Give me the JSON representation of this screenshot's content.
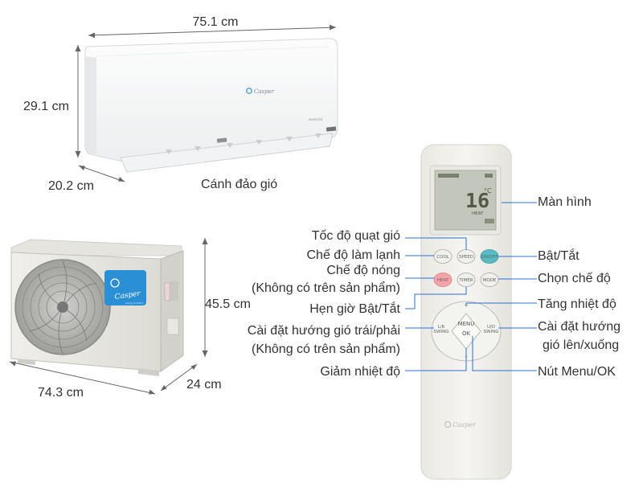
{
  "dimensions": {
    "indoor_width": "75.1 cm",
    "indoor_height": "29.1 cm",
    "indoor_depth": "20.2 cm",
    "outdoor_height": "45.5 cm",
    "outdoor_width": "74.3 cm",
    "outdoor_depth": "24 cm"
  },
  "indoor_unit": {
    "brand": "Casper",
    "badge": "INVERTER",
    "label_louver": "Cánh đảo gió"
  },
  "outdoor_unit": {
    "brand": "Casper",
    "badge_line": "Living Comfort"
  },
  "remote": {
    "brand": "Casper",
    "display": {
      "temperature": "16",
      "unit": "°C",
      "mode": "HEAT"
    },
    "buttons": {
      "cool": "COOL",
      "speed": "SPEED",
      "onoff": "ON/OFF",
      "heat": "HEAT",
      "timer": "TIMER",
      "mode": "MODE",
      "lr": "L/R",
      "lr_sub": "SWING",
      "ud": "U/D",
      "ud_sub": "SWING",
      "menu": "MENU",
      "ok": "OK"
    },
    "callouts": {
      "screen": "Màn hình",
      "fan_speed": "Tốc độ quạt gió",
      "cool_mode": "Chế độ làm lạnh",
      "heat_mode": "Chế độ nóng",
      "heat_note": "(Không có trên sản phẩm)",
      "timer": "Hẹn giờ Bật/Tắt",
      "lr_swing": "Cài đặt hướng gió trái/phải",
      "lr_note": "(Không có trên sản phẩm)",
      "temp_down": "Giảm nhiệt độ",
      "on_off": "Bật/Tắt",
      "mode_select": "Chọn chế độ",
      "temp_up": "Tăng nhiệt độ",
      "ud_swing_1": "Cài đặt hướng",
      "ud_swing_2": "gió lên/xuống",
      "menu_ok": "Nút Menu/OK"
    }
  },
  "colors": {
    "callout_line": "#2b6fd6",
    "dimension_line": "#666666",
    "on_off_button": "#56bcc4",
    "heat_button": "#f4a3a8",
    "brand_blue": "#2a8fd4"
  }
}
